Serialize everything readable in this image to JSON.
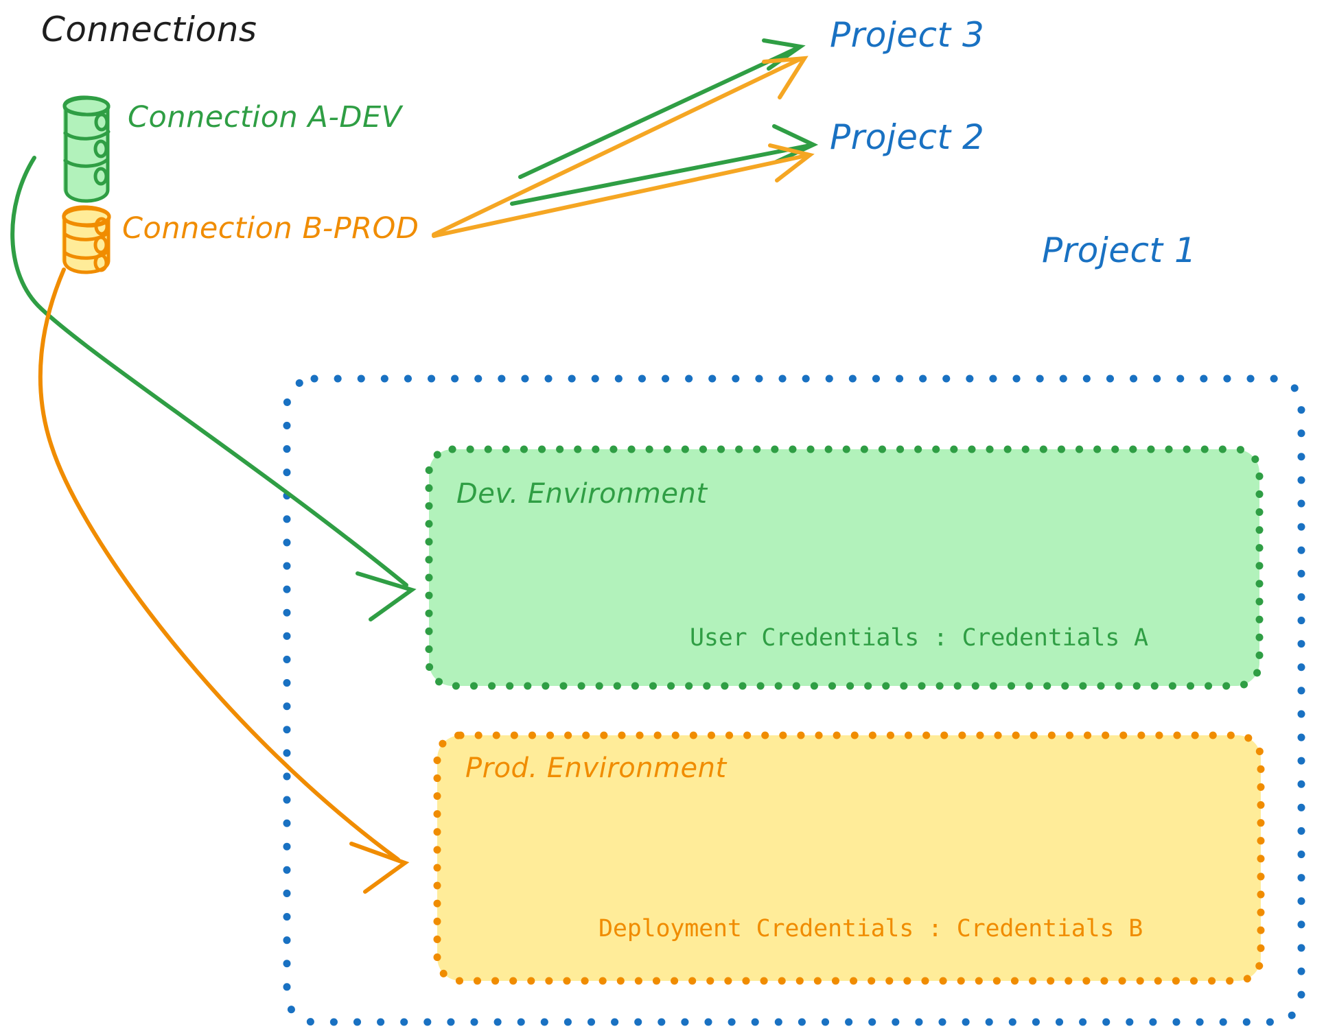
{
  "diagram": {
    "title": "Connections",
    "colors": {
      "green_stroke": "#2f9e44",
      "green_fill": "#b2f2bb",
      "orange_stroke": "#f08c00",
      "orange_fill": "#ffec99",
      "blue_stroke": "#1971c2",
      "black_text": "#1e1e1e",
      "background": "#ffffff"
    },
    "connections": [
      {
        "id": "a-dev",
        "label": "Connection A-DEV",
        "icon": "database-icon",
        "color": "#2f9e44"
      },
      {
        "id": "b-prod",
        "label": "Connection B-PROD",
        "icon": "database-icon",
        "color": "#f08c00"
      }
    ],
    "projects": [
      {
        "id": "project-3",
        "label": "Project 3"
      },
      {
        "id": "project-2",
        "label": "Project 2"
      },
      {
        "id": "project-1",
        "label": "Project 1"
      }
    ],
    "environments": [
      {
        "id": "dev",
        "title": "Dev. Environment",
        "credentials_label": "User Credentials",
        "credentials_separator": ":",
        "credentials_value": "Credentials A",
        "credentials_line": "User Credentials : Credentials A",
        "color": "#2f9e44",
        "fill": "#b2f2bb"
      },
      {
        "id": "prod",
        "title": "Prod. Environment",
        "credentials_label": "Deployment Credentials",
        "credentials_separator": ":",
        "credentials_value": "Credentials B",
        "credentials_line": "Deployment Credentials : Credentials B",
        "color": "#f08c00",
        "fill": "#ffec99"
      }
    ],
    "edges": [
      {
        "from": "a-dev",
        "to": "project-3",
        "color": "#2f9e44"
      },
      {
        "from": "a-dev",
        "to": "project-2",
        "color": "#2f9e44"
      },
      {
        "from": "a-dev",
        "to": "dev",
        "color": "#2f9e44"
      },
      {
        "from": "b-prod",
        "to": "project-3",
        "color": "#f5a623"
      },
      {
        "from": "b-prod",
        "to": "project-2",
        "color": "#f5a623"
      },
      {
        "from": "b-prod",
        "to": "prod",
        "color": "#f08c00"
      }
    ]
  }
}
